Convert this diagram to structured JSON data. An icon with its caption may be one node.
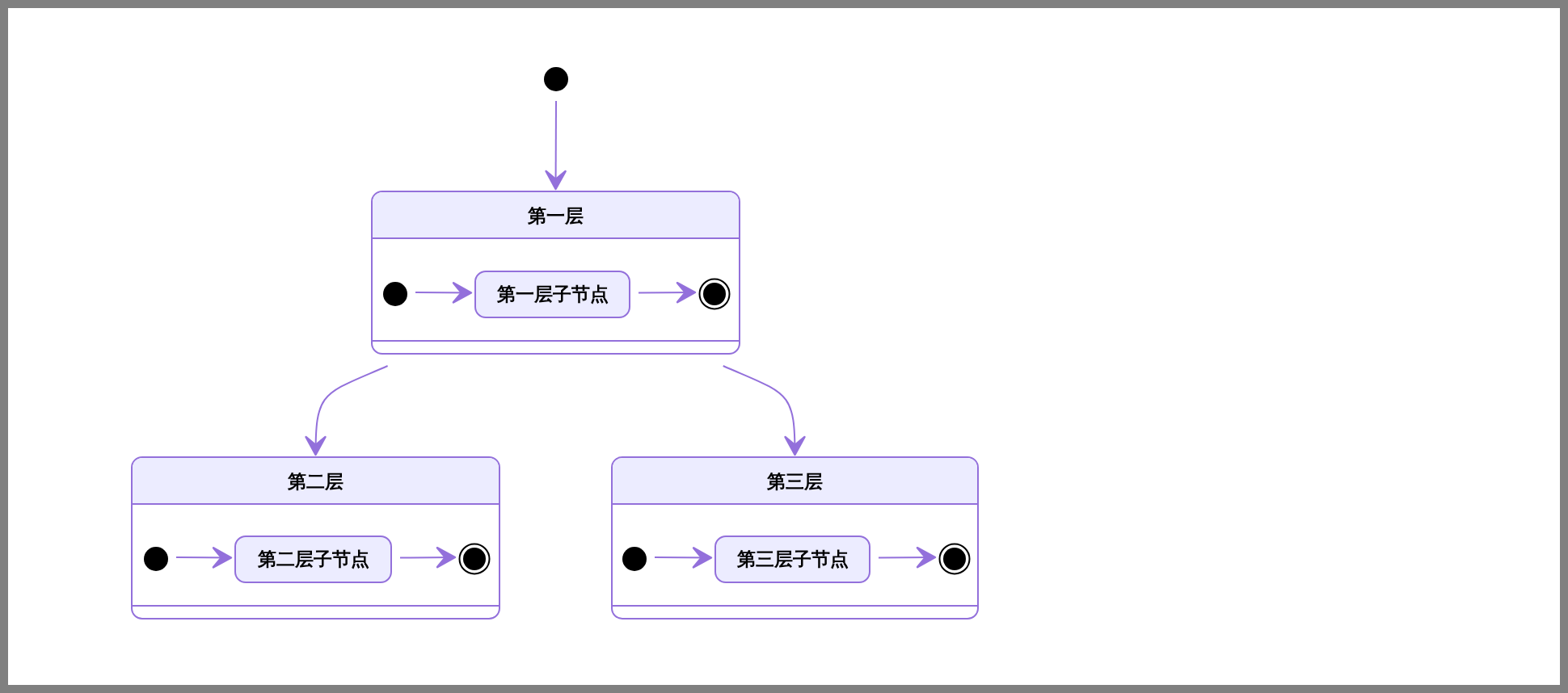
{
  "diagram": {
    "nodes": [
      {
        "text": [],
        "shape": "circle"
      },
      {
        "text": [
          "第一层"
        ]
      },
      {
        "text": [],
        "shape": "circle",
        "in": 1
      },
      {
        "text": [
          "第一层子节点"
        ],
        "in": 1
      },
      {
        "text": [],
        "shape": "circle",
        "in": 1
      },
      {
        "text": [
          "第二层"
        ]
      },
      {
        "text": [],
        "shape": "circle",
        "in": 5
      },
      {
        "text": [
          "第二层子节点"
        ],
        "in": 5
      },
      {
        "text": [],
        "shape": "circle",
        "in": 5
      },
      {
        "text": [
          "第三层"
        ]
      },
      {
        "text": [],
        "shape": "circle",
        "in": 9
      },
      {
        "text": [
          "第三层子节点"
        ],
        "in": 9
      },
      {
        "text": [],
        "shape": "circle",
        "in": 9
      }
    ],
    "edges": [
      {
        "from": 0,
        "to": 1,
        "arrow": "to"
      },
      {
        "from": 2,
        "to": 3,
        "arrow": "to"
      },
      {
        "from": 3,
        "to": 4,
        "arrow": "to"
      },
      {
        "from": 1,
        "to": 5,
        "arrow": "to"
      },
      {
        "from": 1,
        "to": 9,
        "arrow": "to"
      },
      {
        "from": 6,
        "to": 7,
        "arrow": "to"
      },
      {
        "from": 7,
        "to": 8,
        "arrow": "to"
      },
      {
        "from": 10,
        "to": 11,
        "arrow": "to"
      },
      {
        "from": 11,
        "to": 12,
        "arrow": "to"
      }
    ]
  }
}
